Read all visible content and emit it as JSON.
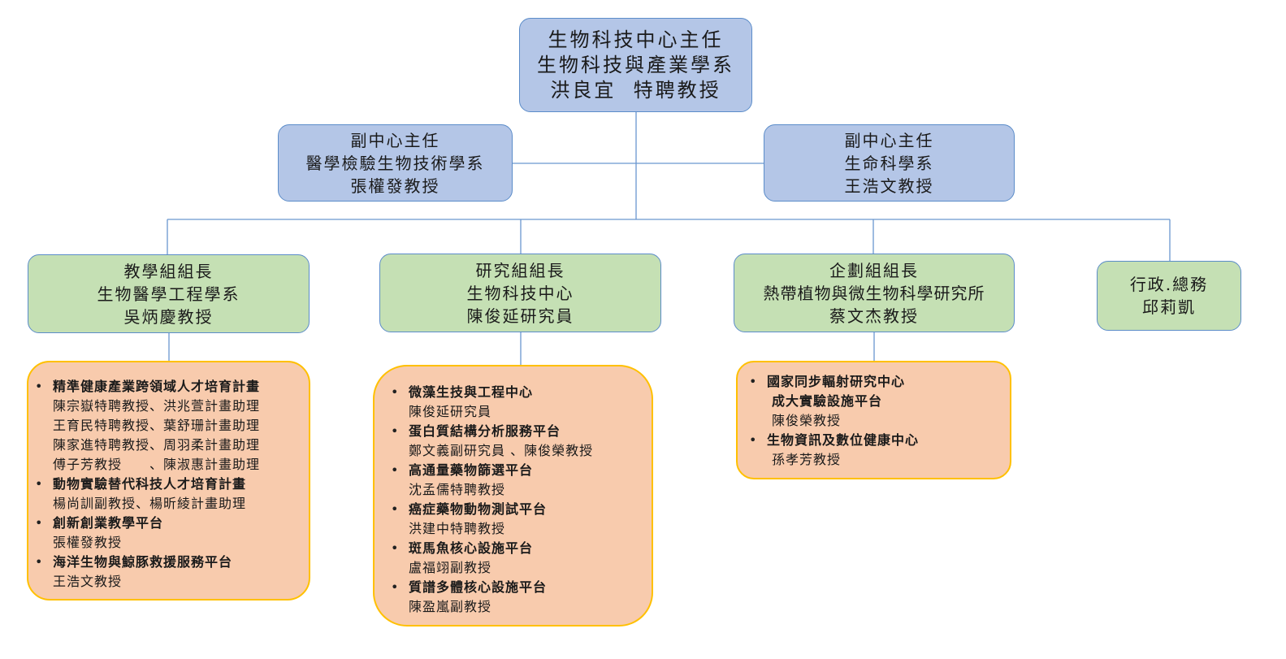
{
  "director": {
    "lines": [
      "生物科技中心主任",
      "生物科技與產業學系",
      "洪良宜  特聘教授"
    ]
  },
  "deputies": [
    {
      "lines": [
        "副中心主任",
        "醫學檢驗生物技術學系",
        "張權發教授"
      ]
    },
    {
      "lines": [
        "副中心主任",
        "生命科學系",
        "王浩文教授"
      ]
    }
  ],
  "teams": [
    {
      "lines": [
        "教學組組長",
        "生物醫學工程學系",
        "吳炳慶教授"
      ]
    },
    {
      "lines": [
        "研究組組長",
        "生物科技中心",
        "陳俊延研究員"
      ]
    },
    {
      "lines": [
        "企劃組組長",
        "熱帶植物與微生物科學研究所",
        "蔡文杰教授"
      ]
    },
    {
      "lines": [
        "行政.總務",
        "邱莉凱"
      ]
    }
  ],
  "teaching_list": [
    {
      "title": "精準健康產業跨領域人才培育計畫",
      "people": [
        "陳宗嶽特聘教授、洪兆萱計畫助理",
        "王育民特聘教授、葉舒珊計畫助理",
        "陳家進特聘教授、周羽柔計畫助理",
        "傅子芳教授　　、陳淑惠計畫助理"
      ]
    },
    {
      "title": "動物實驗替代科技人才培育計畫",
      "people": [
        "楊尚訓副教授、楊昕綾計畫助理"
      ]
    },
    {
      "title": "創新創業教學平台",
      "people": [
        "張權發教授"
      ]
    },
    {
      "title": "海洋生物與鯨豚救援服務平台",
      "people": [
        "王浩文教授"
      ]
    }
  ],
  "research_list": [
    {
      "title": "微藻生技與工程中心",
      "people": [
        "陳俊延研究員"
      ]
    },
    {
      "title": "蛋白質結構分析服務平台",
      "people": [
        "鄭文義副研究員 、陳俊榮教授"
      ]
    },
    {
      "title": "高通量藥物篩選平台",
      "people": [
        "沈孟儒特聘教授"
      ]
    },
    {
      "title": "癌症藥物動物測試平台",
      "people": [
        "洪建中特聘教授"
      ]
    },
    {
      "title": "斑馬魚核心設施平台",
      "people": [
        "盧福翊副教授"
      ]
    },
    {
      "title": "質譜多體核心設施平台",
      "people": [
        "陳盈嵐副教授"
      ]
    }
  ],
  "planning_list": [
    {
      "title": "國家同步輻射研究中心",
      "title2": "成大實驗設施平台",
      "people": [
        "陳俊榮教授"
      ]
    },
    {
      "title": "生物資訊及數位健康中心",
      "people": [
        "孫孝芳教授"
      ]
    }
  ],
  "colors": {
    "top_fill": "#b4c6e7",
    "team_fill": "#c5e0b4",
    "list_fill": "#f8cbad",
    "list_border": "#ffc000",
    "line": "#5b8cc9"
  }
}
